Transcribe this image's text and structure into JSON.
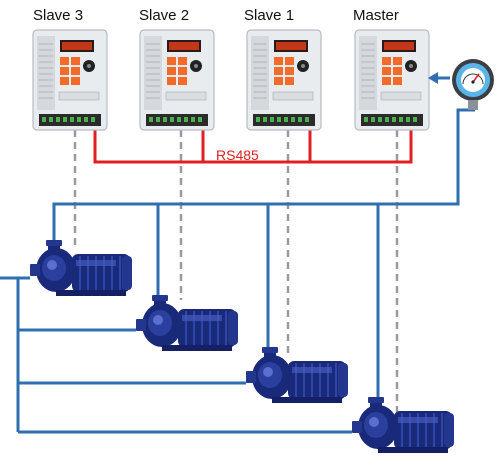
{
  "devices": {
    "slave3": "Slave 3",
    "slave2": "Slave 2",
    "slave1": "Slave 1",
    "master": "Master"
  },
  "bus": {
    "label": "RS485"
  },
  "colors": {
    "bus": "#e02020",
    "pipe": "#2f6fb0",
    "dashed": "#9a9a9a",
    "drive_body": "#e9ecef",
    "keypad": "#f26b2a",
    "display": "#c2361a",
    "pump": "#1a2a7a",
    "gauge_face": "#5bb4e8"
  },
  "icons": [
    "inverter-drive-icon",
    "pump-icon",
    "pressure-gauge-icon",
    "arrow-left-icon"
  ]
}
